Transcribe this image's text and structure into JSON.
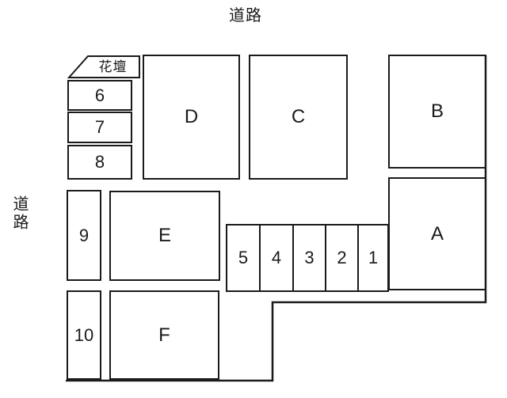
{
  "page": {
    "background": "#ffffff",
    "line_color": "#1a1a1a",
    "description": "Land/parking plot layout diagram with roads on top and left"
  },
  "roads": {
    "top_label": "道路",
    "left_label": "道路"
  },
  "flower_bed": {
    "label": "花壇"
  },
  "plots": {
    "a": "A",
    "b": "B",
    "c": "C",
    "d": "D",
    "e": "E",
    "f": "F"
  },
  "spaces": {
    "s1": "1",
    "s2": "2",
    "s3": "3",
    "s4": "4",
    "s5": "5",
    "s6": "6",
    "s7": "7",
    "s8": "8",
    "s9": "9",
    "s10": "10"
  }
}
